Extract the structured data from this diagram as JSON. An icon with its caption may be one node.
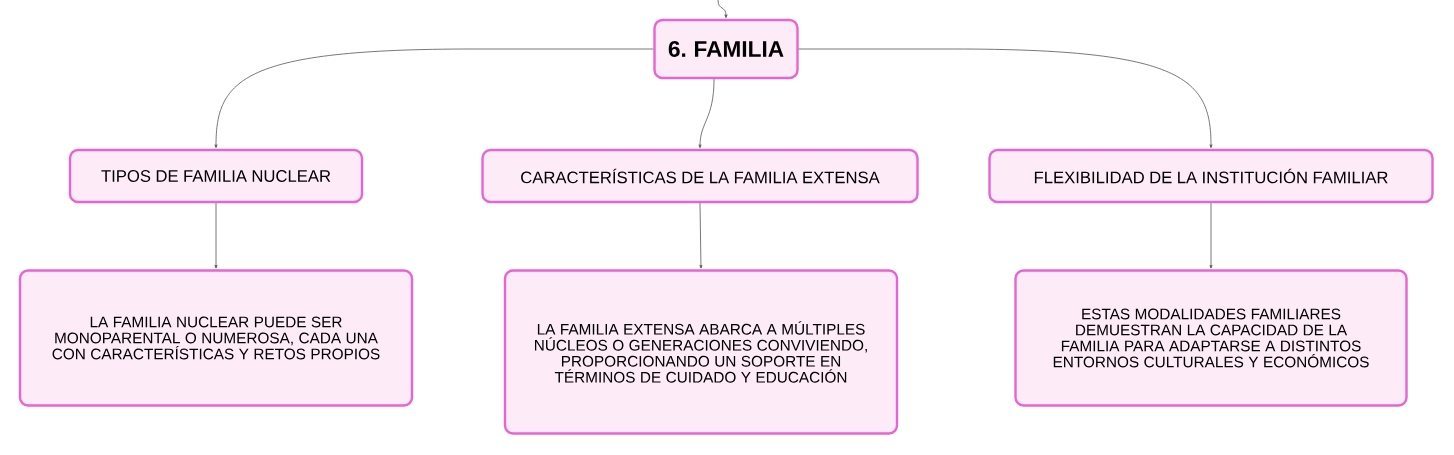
{
  "diagram": {
    "nodes": [
      {
        "text": [
          "6. FAMILIA"
        ]
      },
      {
        "text": [
          "TIPOS DE FAMILIA NUCLEAR"
        ]
      },
      {
        "text": [
          "CARACTERÍSTICAS DE LA FAMILIA EXTENSA"
        ]
      },
      {
        "text": [
          "FLEXIBILIDAD DE LA INSTITUCIÓN FAMILIAR"
        ]
      },
      {
        "text": [
          "LA FAMILIA NUCLEAR PUEDE SER MONOPARENTAL O NUMEROSA, CADA UNA CON CARACTERÍSTICAS Y RETOS PROPIOS"
        ]
      },
      {
        "text": [
          "LA FAMILIA EXTENSA ABARCA A MÚLTIPLES NÚCLEOS O GENERACIONES CONVIVIENDO, PROPORCIONANDO UN SOPORTE EN TÉRMINOS DE CUIDADO Y EDUCACIÓN"
        ]
      },
      {
        "text": [
          "ESTAS MODALIDADES FAMILIARES DEMUESTRAN LA CAPACIDAD DE LA FAMILIA PARA ADAPTARSE A DISTINTOS ENTORNOS CULTURALES Y ECONÓMICOS"
        ]
      }
    ],
    "edges": [
      {
        "from": null,
        "to": 0,
        "arrow": "to"
      },
      {
        "from": 0,
        "to": 1,
        "arrow": "to"
      },
      {
        "from": 0,
        "to": 2,
        "arrow": "to"
      },
      {
        "from": 0,
        "to": 3,
        "arrow": "to"
      },
      {
        "from": 1,
        "to": 4,
        "arrow": "to"
      },
      {
        "from": 2,
        "to": 5,
        "arrow": "to"
      },
      {
        "from": 3,
        "to": 6,
        "arrow": "to"
      }
    ]
  }
}
